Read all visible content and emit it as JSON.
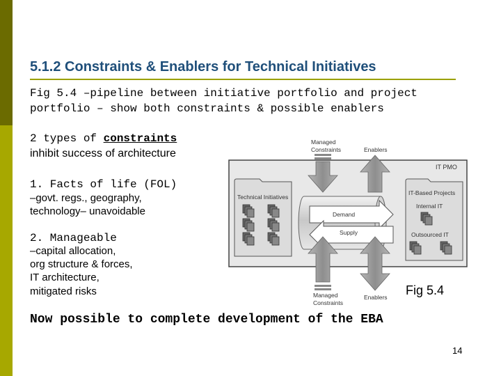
{
  "slide": {
    "title": "5.1.2 Constraints & Enablers for Technical Initiatives",
    "fig_line1": "Fig 5.4 –pipeline between initiative portfolio and project",
    "fig_line2": "portfolio – show both constraints & possible enablers",
    "types_prefix": "2 types of ",
    "types_keyword": "constraints",
    "types_line2": "inhibit success of architecture",
    "item1_title": "1. Facts of life (FOL)",
    "item1_line2": "–govt. regs., geography,",
    "item1_line3": "technology– unavoidable",
    "item2_title": "2. Manageable",
    "item2_line2": "–capital allocation,",
    "item2_line3": "org structure & forces,",
    "item2_line4": "IT architecture,",
    "item2_line5": "mitigated risks",
    "caption": "Fig 5.4",
    "conclusion": "Now possible to complete development of the EBA",
    "page_number": "14"
  },
  "diagram": {
    "managed_constraints_top_1": "Managed",
    "managed_constraints_top_2": "Constraints",
    "enablers_top": "Enablers",
    "it_pmo": "IT PMO",
    "technical_initiatives": "Technical Initiatives",
    "it_based_projects": "IT-Based Projects",
    "internal_it": "Internal IT",
    "outsourced_it": "Outsourced IT",
    "demand": "Demand",
    "supply": "Supply",
    "managed_constraints_bottom_1": "Managed",
    "managed_constraints_bottom_2": "Constraints",
    "enablers_bottom": "Enablers"
  },
  "colors": {
    "sidebar_dark": "#6b6b00",
    "sidebar_light": "#a7a800",
    "title": "#1f4f7a",
    "rule": "#9aa000"
  }
}
